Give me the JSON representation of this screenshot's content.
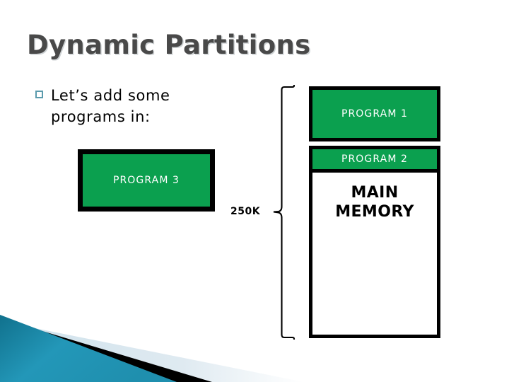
{
  "slide": {
    "title": "Dynamic Partitions",
    "bullet": {
      "marker": "hollow-square-bullet",
      "text": "Let’s add some programs in:"
    },
    "memory_diagram": {
      "blocks": [
        {
          "label": "PROGRAM 1",
          "color": "#0ba04f"
        },
        {
          "label": "PROGRAM 2",
          "color": "#0ba04f"
        }
      ],
      "free_region_label": "MAIN\nMEMORY",
      "free_region_line_1": "MAIN",
      "free_region_line_2": "MEMORY",
      "brace_size_label": "250K"
    },
    "standalone_program": {
      "label": "PROGRAM 3",
      "color": "#0ba04f"
    },
    "colors": {
      "title": "#494949",
      "program_green": "#0ba04f",
      "bullet_marker": "#5b9bad",
      "border": "#000000",
      "corner_teal": "#1f94b5",
      "corner_teal_dark": "#11718d",
      "corner_pale": "#dae8ef",
      "corner_black": "#000000"
    }
  }
}
